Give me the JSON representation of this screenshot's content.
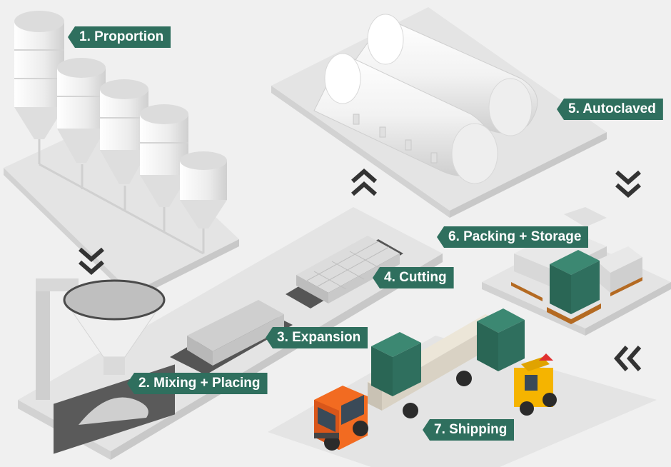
{
  "colors": {
    "background": "#f0f0f0",
    "label_bg": "#2f6f5e",
    "label_text": "#ffffff",
    "platform": "#e6e6e6",
    "truck": "#f26b21",
    "forklift": "#f5b400",
    "package": "#2f6f5e",
    "chevron": "#333333"
  },
  "steps": [
    {
      "label": "1. Proportion"
    },
    {
      "label": "2. Mixing + Placing"
    },
    {
      "label": "3. Expansion"
    },
    {
      "label": "4. Cutting"
    },
    {
      "label": "5. Autoclaved"
    },
    {
      "label": "6. Packing + Storage"
    },
    {
      "label": "7. Shipping"
    }
  ],
  "icons": {
    "flow_arrow": "double-chevron-icon",
    "silo": "silo-icon",
    "autoclave": "autoclave-tank-icon",
    "truck": "truck-icon",
    "forklift": "forklift-icon"
  }
}
